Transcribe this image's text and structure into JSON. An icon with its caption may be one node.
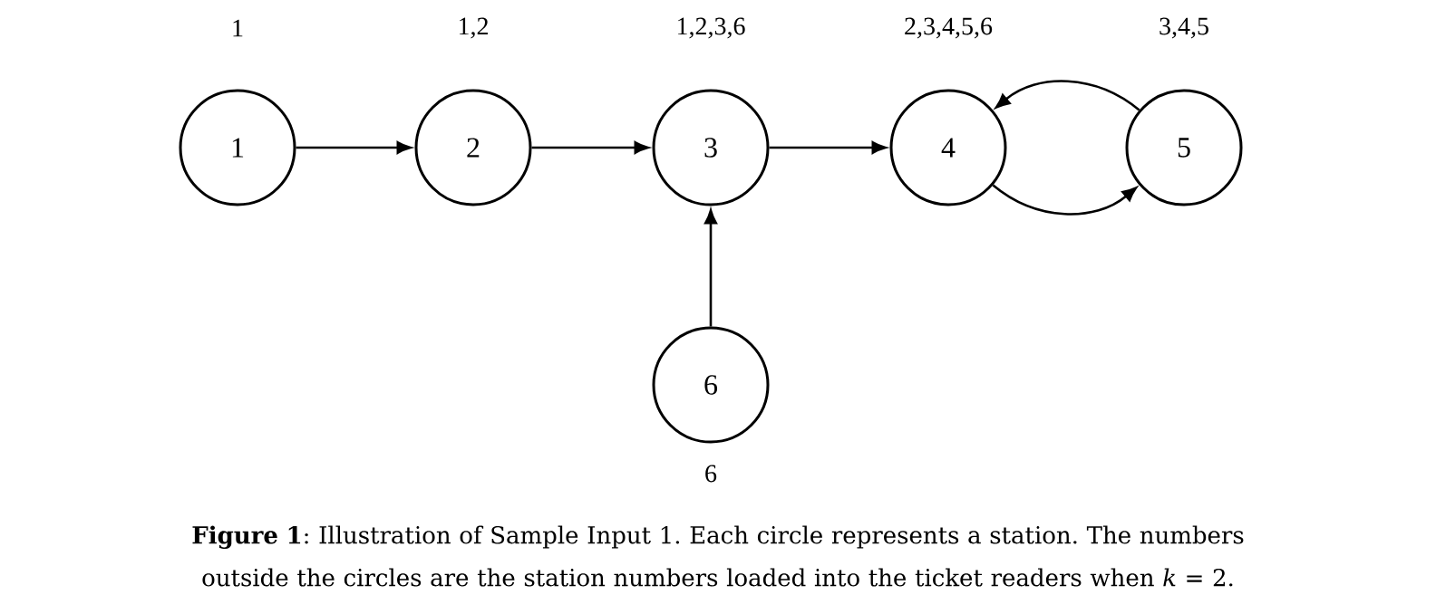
{
  "diagram": {
    "caption": "**Figure 1**: Illustration of Sample Input 1. Each circle represents a station. The numbers outside the circles are the station numbers loaded into the ticket readers when *k* = 2.",
    "nodes": [
      {
        "text": [
          "1"
        ],
        "beside": [
          "1"
        ]
      },
      {
        "text": [
          "2"
        ],
        "beside": [
          "1,2"
        ]
      },
      {
        "text": [
          "3"
        ],
        "beside": [
          "1,2,3,6"
        ]
      },
      {
        "text": [
          "4"
        ],
        "beside": [
          "2,3,4,5,6"
        ]
      },
      {
        "text": [
          "5"
        ],
        "beside": [
          "3,4,5"
        ]
      },
      {
        "text": [
          "6"
        ],
        "beside": [
          "6"
        ]
      }
    ],
    "edges": [
      {
        "from": 0,
        "to": 1,
        "arrow": "to"
      },
      {
        "from": 1,
        "to": 2,
        "arrow": "to"
      },
      {
        "from": 2,
        "to": 3,
        "arrow": "to"
      },
      {
        "from": 5,
        "to": 2,
        "arrow": "to"
      },
      {
        "from": 4,
        "to": 3,
        "arrow": "to"
      },
      {
        "from": 3,
        "to": 4,
        "arrow": "to"
      }
    ]
  }
}
